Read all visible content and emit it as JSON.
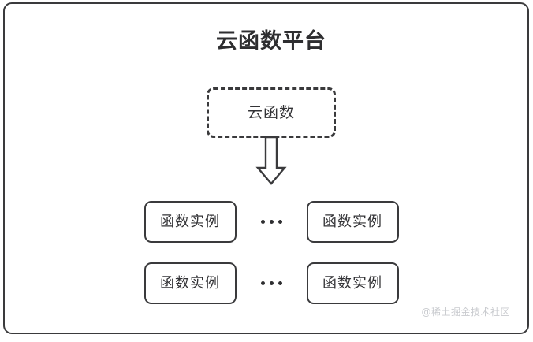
{
  "diagram": {
    "type": "architecture-block-diagram",
    "background_color": "#ffffff",
    "stroke_color": "#3a3a3c",
    "text_color": "#333336",
    "platform": {
      "title": "云函数平台",
      "border_style": "solid-rounded"
    },
    "cloud_function": {
      "label": "云函数",
      "border_style": "dashed-rounded"
    },
    "connector": {
      "icon": "down-block-arrow-icon",
      "direction": "down",
      "from": "云函数",
      "to": "函数实例"
    },
    "instance_rows": [
      {
        "left_label": "函数实例",
        "ellipsis": "…",
        "right_label": "函数实例"
      },
      {
        "left_label": "函数实例",
        "ellipsis": "…",
        "right_label": "函数实例"
      }
    ],
    "watermark": "@稀土掘金技术社区"
  }
}
